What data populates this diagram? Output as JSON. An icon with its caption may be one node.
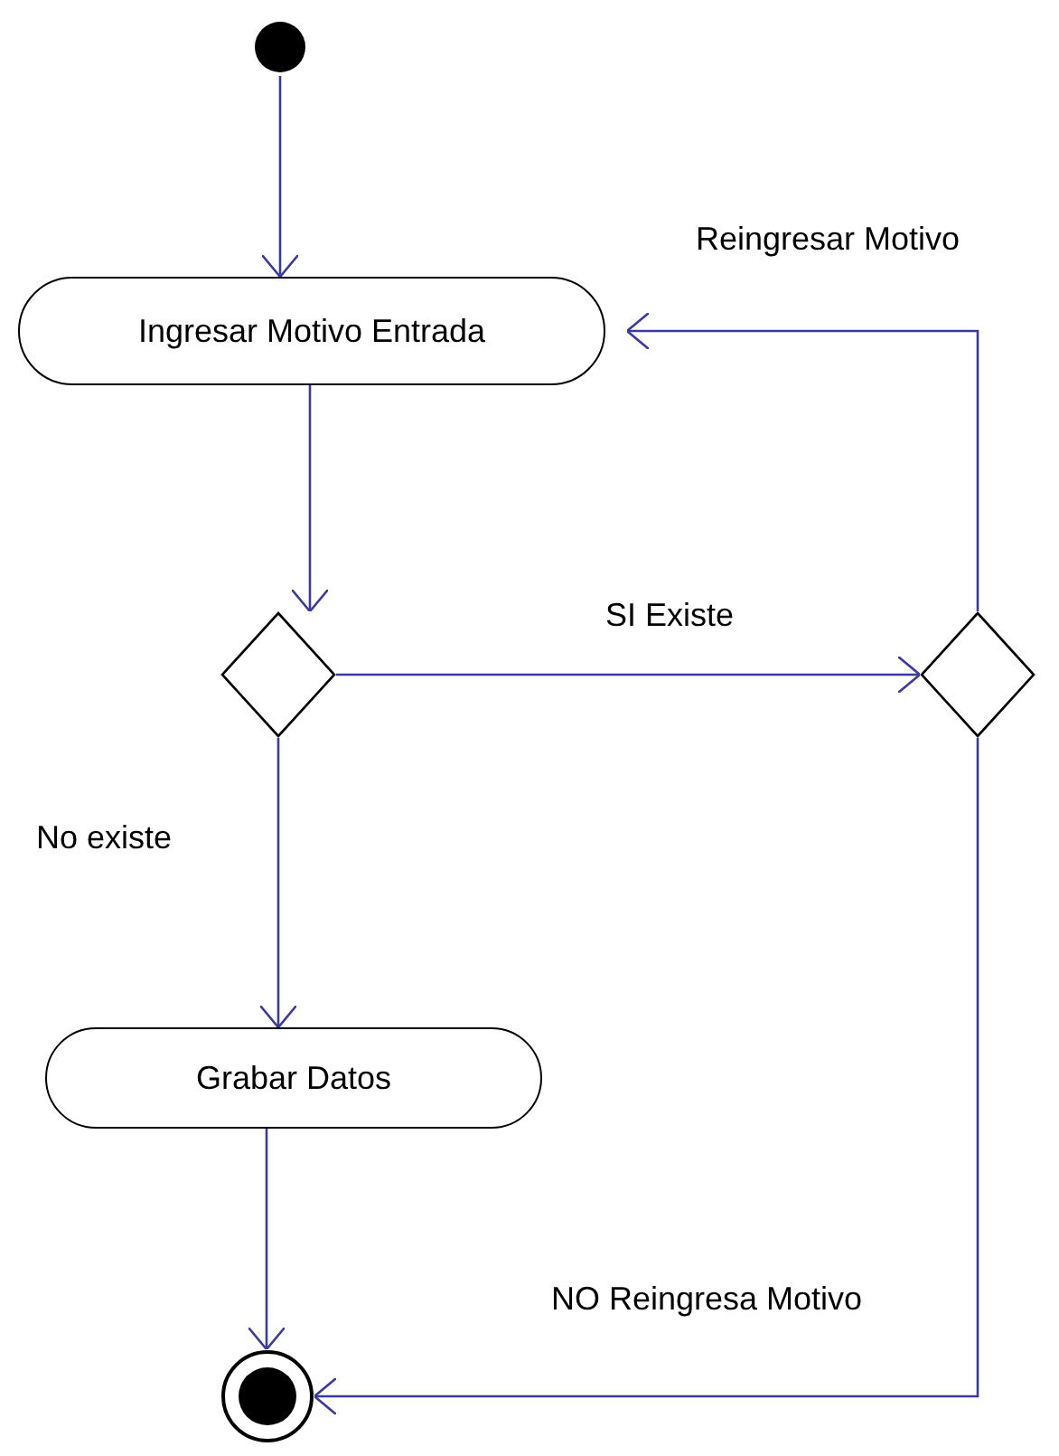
{
  "diagram": {
    "nodes": [
      {
        "text": [],
        "shape": "circle"
      },
      {
        "text": [
          "Ingresar Motivo Entrada"
        ]
      },
      {
        "text": [],
        "shape": "diamond"
      },
      {
        "text": [],
        "shape": "diamond"
      },
      {
        "text": [
          "Grabar Datos"
        ]
      },
      {
        "text": [],
        "shape": "circle"
      }
    ],
    "edges": [
      {
        "from": 0,
        "to": 1,
        "arrow": "to"
      },
      {
        "from": 1,
        "to": 2,
        "arrow": "to"
      },
      {
        "from": 2,
        "to": 3,
        "arrow": "to",
        "label": "SI Existe"
      },
      {
        "from": 3,
        "to": 1,
        "arrow": "to",
        "label": "Reingresar Motivo"
      },
      {
        "from": 2,
        "to": 4,
        "arrow": "to",
        "label": "No existe"
      },
      {
        "from": 4,
        "to": 5,
        "arrow": "to"
      },
      {
        "from": 3,
        "to": 5,
        "arrow": "to",
        "label": "NO Reingresa Motivo"
      }
    ]
  }
}
